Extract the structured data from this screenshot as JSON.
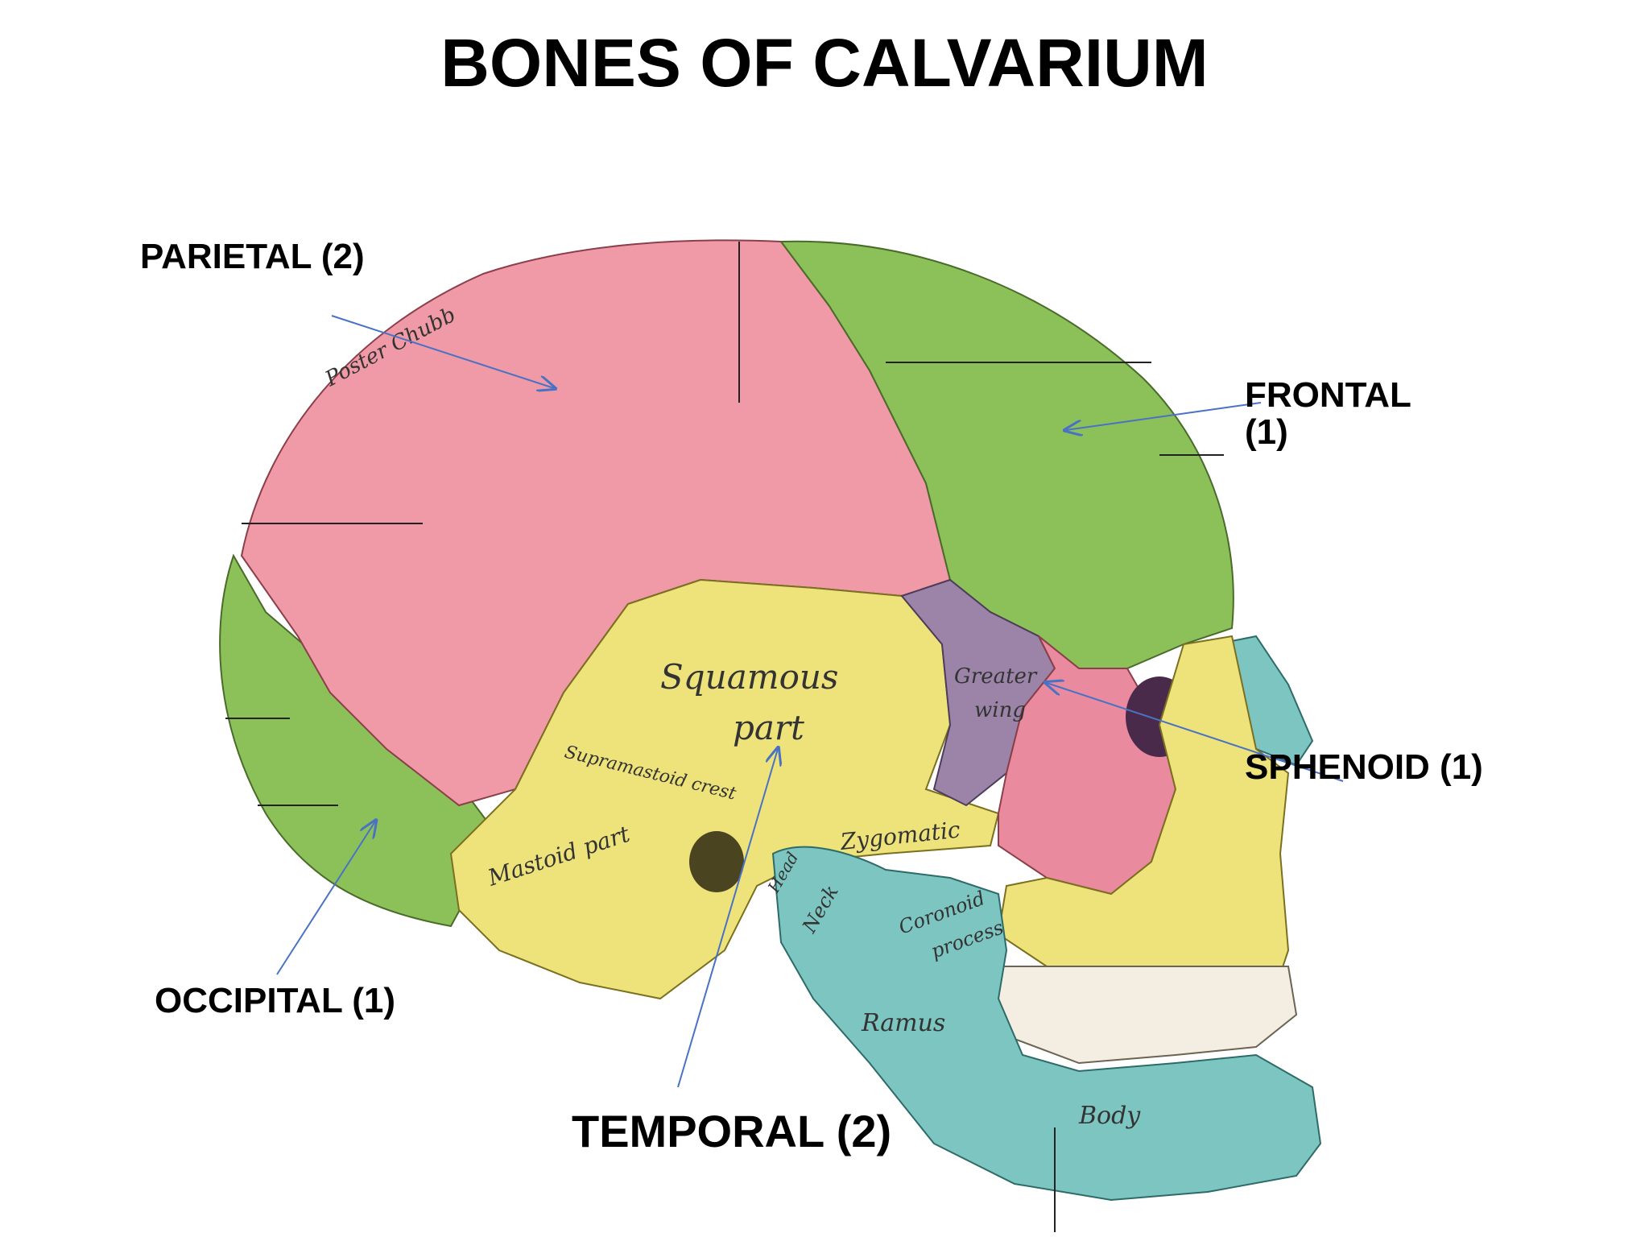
{
  "title": "BONES OF CALVARIUM",
  "labels": {
    "parietal": "PARIETAL (2)",
    "frontal": "FRONTAL (1)",
    "sphenoid": "SPHENOID (1)",
    "occipital": "OCCIPITAL (1)",
    "temporal": "TEMPORAL (2)"
  },
  "figure_text": {
    "squamous": "Squamous",
    "part": "part",
    "supramastoid": "Supramastoid crest",
    "mastoid": "Mastoid part",
    "zygomatic": "Zygomatic",
    "greater": "Greater",
    "wing": "wing",
    "head": "Head",
    "neck": "Neck",
    "coronoid": "Coronoid",
    "process": "process",
    "ramus": "Ramus",
    "body": "Body",
    "signature": "Poster Chubb"
  },
  "colors": {
    "parietal": "#ef9aa6",
    "frontal": "#8cc15a",
    "occipital": "#8cc15a",
    "temporal": "#eee37a",
    "sphenoid": "#9b84a8",
    "zygomatic": "#e98a9e",
    "maxilla": "#eee37a",
    "mandible": "#7cc5c1",
    "arrow": "#4a72c4"
  }
}
